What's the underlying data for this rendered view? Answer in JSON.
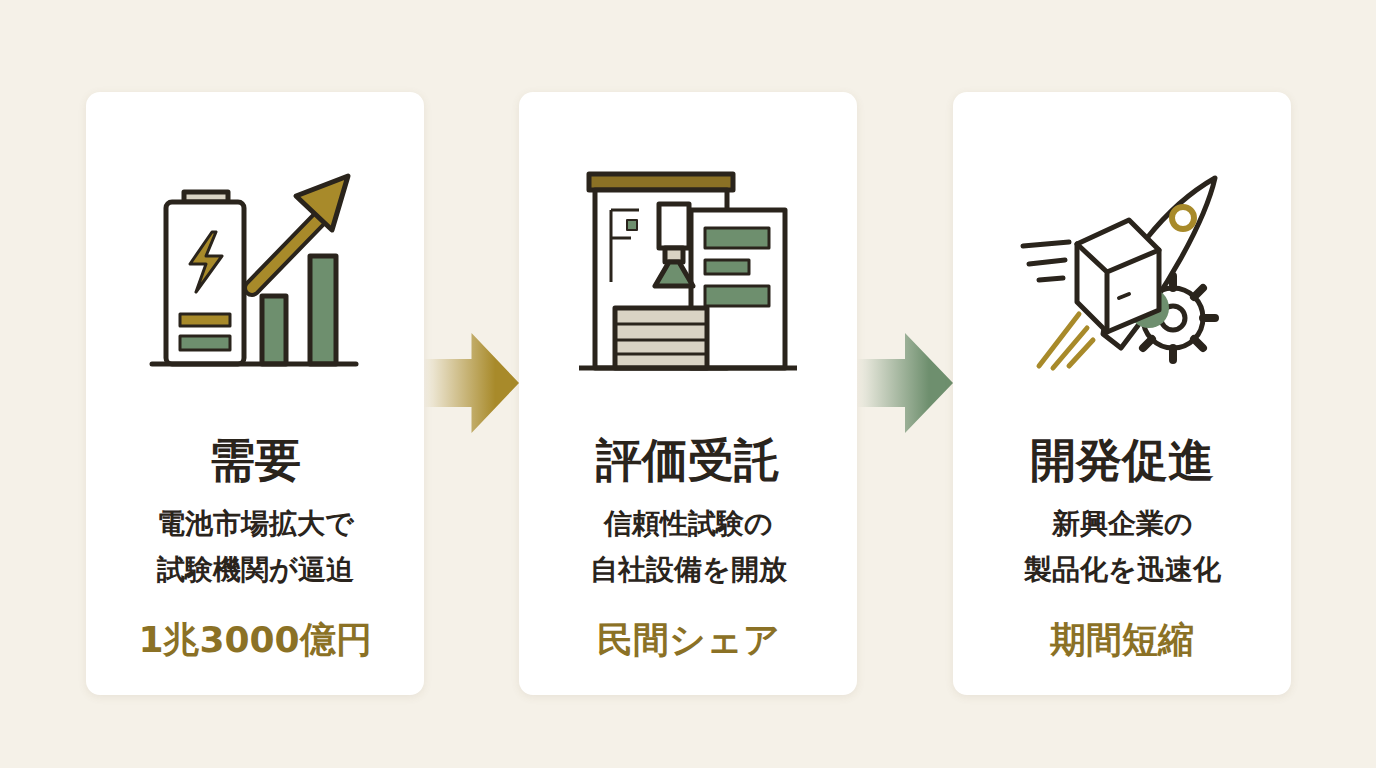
{
  "diagram": {
    "nodes": [
      {
        "text": [
          "需要",
          "電池市場拡大で 試験機関が逼迫",
          "1兆3000億円"
        ]
      },
      {
        "text": [
          "評価受託",
          "信頼性試験の 自社設備を開放",
          "民間シェア"
        ]
      },
      {
        "text": [
          "開発促進",
          "新興企業の 製品化を迅速化",
          "期間短縮"
        ]
      }
    ],
    "edges": [
      {
        "from": 0,
        "to": 1,
        "arrow": "to"
      },
      {
        "from": 1,
        "to": 2,
        "arrow": "to"
      }
    ]
  }
}
